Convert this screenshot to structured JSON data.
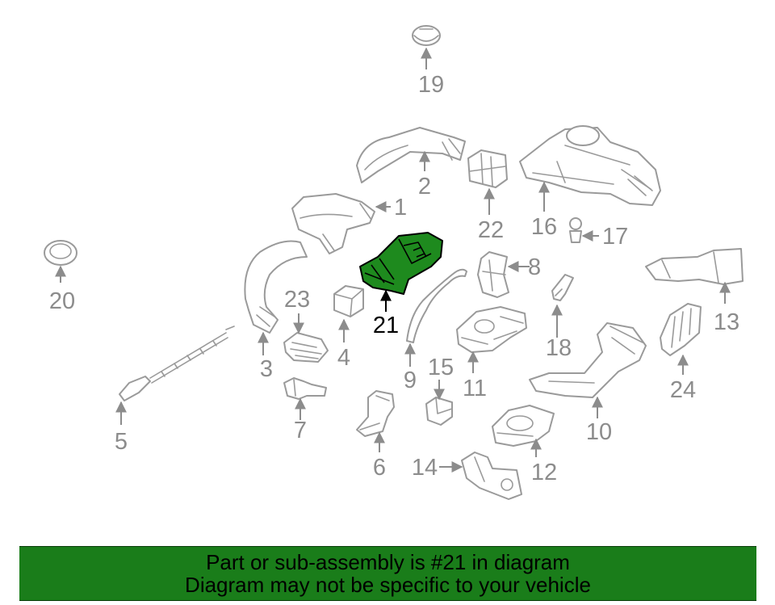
{
  "colors": {
    "highlight_fill": "#1e8a1e",
    "banner_background": "#1a7d1a",
    "callout_text": "#8c8c8c",
    "part_outline": "#9a9a9a",
    "highlight_text": "#000000"
  },
  "highlighted_part": "21",
  "callouts": [
    "1",
    "2",
    "3",
    "4",
    "5",
    "6",
    "7",
    "8",
    "9",
    "10",
    "11",
    "12",
    "13",
    "14",
    "15",
    "16",
    "17",
    "18",
    "19",
    "20",
    "21",
    "22",
    "23",
    "24"
  ],
  "banner": {
    "line1": "Part or sub-assembly is #21 in diagram",
    "line2": "Diagram may not be specific to your vehicle"
  }
}
